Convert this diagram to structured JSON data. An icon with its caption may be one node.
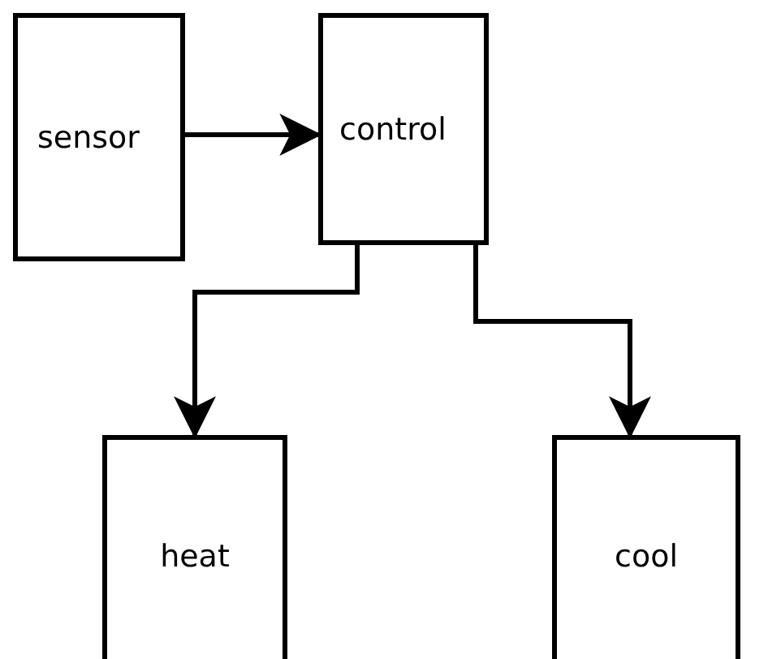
{
  "diagram": {
    "nodes": [
      {
        "text": [
          "sensor"
        ]
      },
      {
        "text": [
          "control"
        ]
      },
      {
        "text": [
          "heat"
        ]
      },
      {
        "text": [
          "cool"
        ]
      }
    ],
    "edges": [
      {
        "from": 0,
        "to": 1,
        "arrow": "to"
      },
      {
        "from": 1,
        "to": 2,
        "arrow": "to"
      },
      {
        "from": 1,
        "to": 3,
        "arrow": "to"
      }
    ]
  }
}
